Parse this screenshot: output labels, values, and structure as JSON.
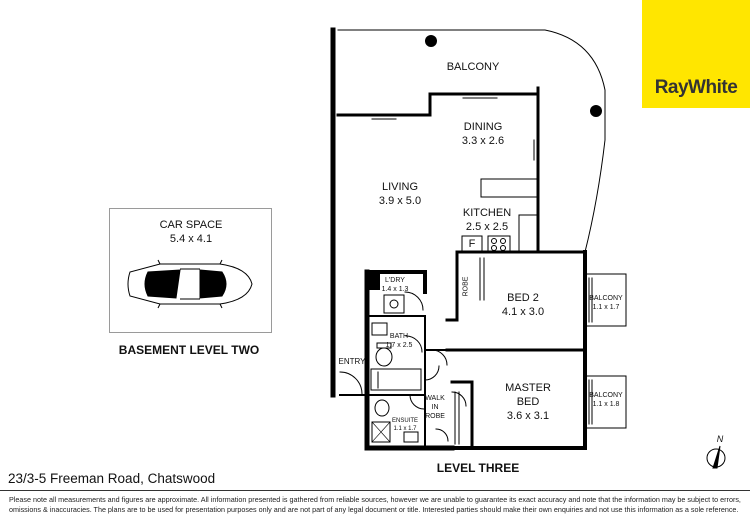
{
  "brand": {
    "logo_text": "RayWhite",
    "logo_color": "#ffe600"
  },
  "basement": {
    "car_space_name": "CAR SPACE",
    "car_space_size": "5.4 x 4.1",
    "level_label": "BASEMENT LEVEL TWO"
  },
  "rooms": {
    "balcony_main": "BALCONY",
    "dining_name": "DINING",
    "dining_size": "3.3 x 2.6",
    "living_name": "LIVING",
    "living_size": "3.9 x 5.0",
    "kitchen_name": "KITCHEN",
    "kitchen_size": "2.5 x 2.5",
    "fridge": "F",
    "laundry_name": "L'DRY",
    "laundry_size": "1.4 x 1.3",
    "robe": "ROBE",
    "bed2_name": "BED 2",
    "bed2_size": "4.1 x 3.0",
    "balcony_bed2_name": "BALCONY",
    "balcony_bed2_size": "1.1 x 1.7",
    "bath_name": "BATH",
    "bath_size": "1.7 x 2.5",
    "entry": "ENTRY",
    "walk_in_robe_1": "WALK",
    "walk_in_robe_2": "IN",
    "walk_in_robe_3": "ROBE",
    "master_name_1": "MASTER",
    "master_name_2": "BED",
    "master_size": "3.6 x 3.1",
    "balcony_master_name": "BALCONY",
    "balcony_master_size": "1.1 x 1.8",
    "ensuite_name": "ENSUITE",
    "ensuite_size": "1.1 x 1.7"
  },
  "level_label": "LEVEL THREE",
  "address": "23/3-5 Freeman Road, Chatswood",
  "compass": "N",
  "disclaimer": "Please note all measurements and figures are approximate. All information presented is gathered from reliable sources, however we are unable to guarantee its exact accuracy and note that the information may be subject to errors, omissions & inaccuracies. The plans are to be used for presentation purposes only and are not part of any legal document or title. Interested parties should make their own enquiries and not use this information as a sole reference."
}
